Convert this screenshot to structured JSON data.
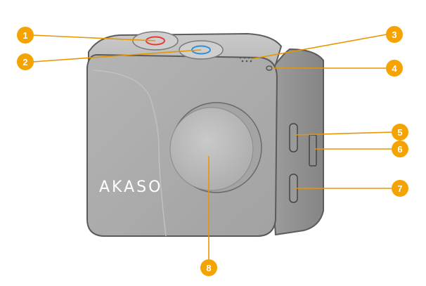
{
  "brand": {
    "logo_text": "AKASO"
  },
  "colors": {
    "callout_fill": "#f4a300",
    "leader_line": "#e89600",
    "body_top": "#b9b9b9",
    "body_front": "#a8a8a8",
    "body_side": "#8f8f8f",
    "shutter_ring": "#e63a3a",
    "power_ring": "#2e8fd6",
    "lens": "#bdbdbd",
    "edge": "#5a5a5a"
  },
  "callouts": [
    {
      "number": "1",
      "target": "shutter-button"
    },
    {
      "number": "2",
      "target": "power-mode-button"
    },
    {
      "number": "3",
      "target": "speaker"
    },
    {
      "number": "4",
      "target": "microphone"
    },
    {
      "number": "5",
      "target": "usb-port"
    },
    {
      "number": "6",
      "target": "memory-card-slot"
    },
    {
      "number": "7",
      "target": "micro-hdmi-port"
    },
    {
      "number": "8",
      "target": "lens"
    }
  ]
}
